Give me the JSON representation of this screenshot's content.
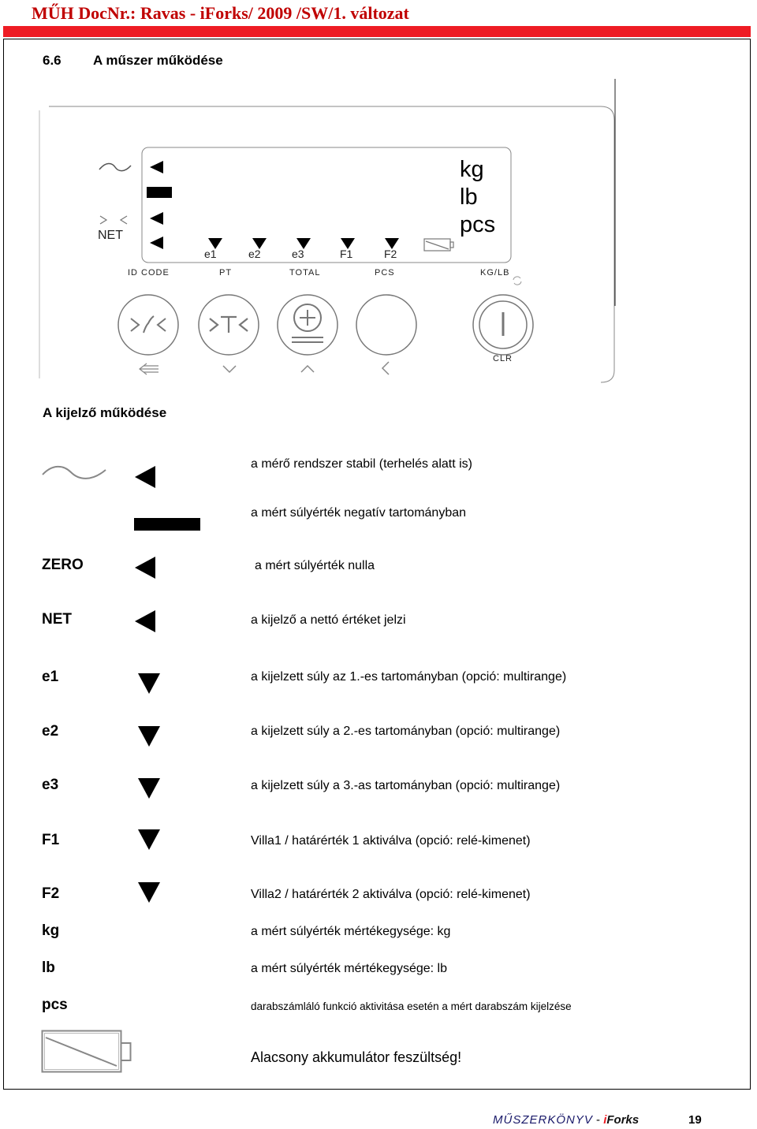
{
  "header": {
    "title": "MŰH DocNr.: Ravas - iForks/ 2009 /SW/1. változat",
    "accent_color": "#c00000",
    "bar_color": "#ee1c24"
  },
  "section": {
    "number": "6.6",
    "title": "A műszer működése"
  },
  "lcd": {
    "net": "NET",
    "markers": [
      "e1",
      "e2",
      "e3",
      "F1",
      "F2"
    ],
    "units": [
      "kg",
      "lb",
      "pcs"
    ],
    "key_labels": [
      "ID CODE",
      "PT",
      "TOTAL",
      "PCS",
      "KG/LB"
    ],
    "clr": "CLR",
    "icons": [
      "stable-icon",
      "zero-icon",
      "minus-bar-icon",
      "triangle-left-icon",
      "triangle-down-icon",
      "battery-low-icon",
      "zero-key-icon",
      "tare-key-icon",
      "plus-key-icon",
      "power-key-icon",
      "arrow-left-icon",
      "chevron-down-icon",
      "chevron-up-icon",
      "chevron-left-icon",
      "refresh-icon"
    ]
  },
  "display_section_title": "A kijelző működése",
  "legend": [
    {
      "symbol": "",
      "icon": "stable-icon",
      "desc": "a mérő rendszer stabil (terhelés alatt is)"
    },
    {
      "symbol": "",
      "icon": "minus-bar-icon",
      "desc": "a mért súlyérték negatív tartományban"
    },
    {
      "symbol": "ZERO",
      "icon": "triangle-left-icon",
      "desc": "a mért súlyérték nulla"
    },
    {
      "symbol": "NET",
      "icon": "triangle-left-icon",
      "desc": "a kijelző a nettó értéket jelzi"
    },
    {
      "symbol": "e1",
      "icon": "triangle-down-icon",
      "desc": "a kijelzett súly az 1.-es tartományban (opció: multirange)"
    },
    {
      "symbol": "e2",
      "icon": "triangle-down-icon",
      "desc": "a kijelzett súly a 2.-es tartományban (opció: multirange)"
    },
    {
      "symbol": "e3",
      "icon": "triangle-down-icon",
      "desc": "a kijelzett súly a 3.-as tartományban (opció: multirange)"
    },
    {
      "symbol": "F1",
      "icon": "triangle-down-icon",
      "desc": "Villa1 / határérték 1 aktiválva (opció: relé-kimenet)"
    },
    {
      "symbol": "F2",
      "icon": "triangle-down-icon",
      "desc": "Villa2 / határérték 2 aktiválva (opció: relé-kimenet)"
    },
    {
      "symbol": "kg",
      "icon": "",
      "desc": "a mért súlyérték mértékegysége: kg"
    },
    {
      "symbol": "lb",
      "icon": "",
      "desc": "a mért súlyérték mértékegysége: lb"
    },
    {
      "symbol": "pcs",
      "icon": "",
      "desc": "darabszámláló funkció aktivitása esetén a mért darabszám kijelzése"
    },
    {
      "symbol": "",
      "icon": "battery-low-icon",
      "desc": "Alacsony akkumulátor feszültség!"
    }
  ],
  "footer": {
    "book": "MŰSZERKÖNYV",
    "separator": "-",
    "brand_prefix": "i",
    "brand": "Forks",
    "page": "19"
  }
}
